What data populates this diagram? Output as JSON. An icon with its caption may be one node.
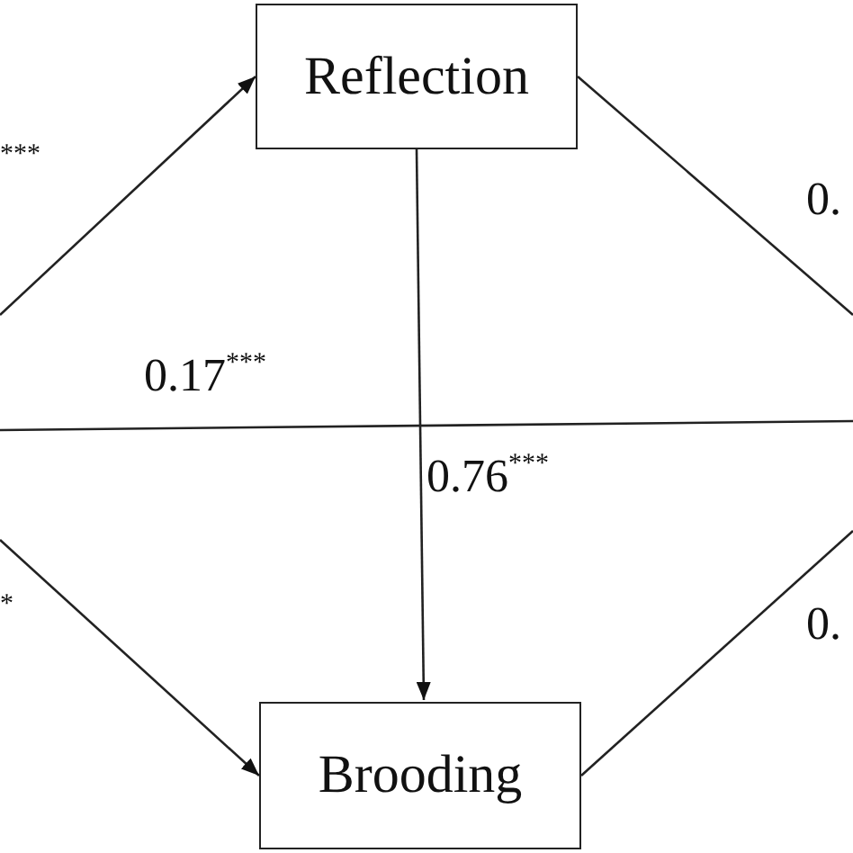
{
  "diagram": {
    "nodes": [
      {
        "text": [
          "Reflection"
        ]
      },
      {
        "text": [
          "Brooding"
        ]
      }
    ],
    "edges": [
      {
        "from": null,
        "to": 0,
        "arrow": "to",
        "label": "$^{***}$"
      },
      {
        "from": 0,
        "to": null,
        "arrow": "none",
        "label": "0."
      },
      {
        "from": 0,
        "to": 1,
        "arrow": "to",
        "label": "0.76$^{***}$"
      },
      {
        "from": null,
        "to": 1,
        "arrow": "to",
        "label": "$^{*}$"
      },
      {
        "from": 1,
        "to": null,
        "arrow": "none",
        "label": "0."
      }
    ],
    "labels": [
      "0.17$^{***}$"
    ]
  }
}
